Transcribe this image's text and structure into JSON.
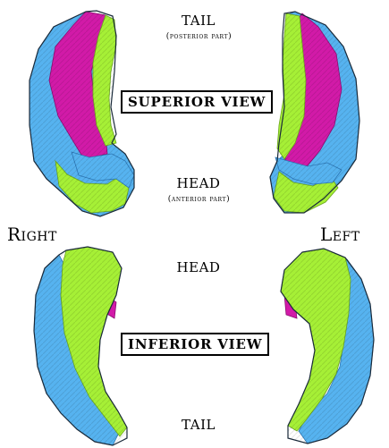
{
  "labels": {
    "top_tail": "TAIL",
    "top_tail_sub": "(posterior part)",
    "superior_view": "SUPERIOR VIEW",
    "top_head": "HEAD",
    "top_head_sub": "(anterior part)",
    "right": "Right",
    "left": "Left",
    "bottom_head": "HEAD",
    "inferior_view": "INFERIOR VIEW",
    "bottom_tail": "TAIL"
  },
  "colors": {
    "blue": "#56b3f0",
    "green": "#a6f036",
    "magenta": "#d21aa8",
    "dark_blue": "#2d77b5",
    "dark_green": "#6aa41c",
    "dark_magenta": "#8b0d70",
    "outline": "#1a2a3a"
  }
}
